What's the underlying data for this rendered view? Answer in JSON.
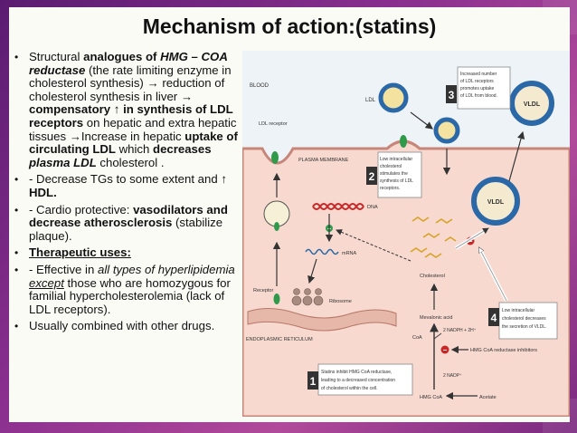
{
  "title": "Mechanism of action:(statins)",
  "bullets": {
    "b1": {
      "t1": "Structural ",
      "t2": "analogues of ",
      "t3": "HMG – COA reductase",
      "t4": " (the rate limiting enzyme in cholesterol synthesis) → reduction of cholesterol synthesis in liver → ",
      "t5": "compensatory ↑ in synthesis of LDL receptors",
      "t6": " on hepatic and extra hepatic tissues →Increase in hepatic ",
      "t7": "uptake of circulating LDL",
      "t8": " which ",
      "t9": "decreases ",
      "t10": "plasma LDL",
      "t11": " cholesterol ."
    },
    "b2": {
      "t1": "- Decrease TGs to some extent and ↑ ",
      "t2": "HDL."
    },
    "b3": {
      "t1": "- Cardio protective: ",
      "t2": "vasodilators and decrease atherosclerosis",
      "t3": " (stabilize plaque)."
    },
    "b4": {
      "t1": "Therapeutic uses:"
    },
    "b5": {
      "t1": "- Effective in ",
      "t2": "all types of hyperlipidemia ",
      "t3": "except",
      "t4": " those who are homozygous for familial hypercholesterolemia (lack of LDL receptors)."
    },
    "b6": {
      "t1": "Usually combined with other drugs."
    }
  },
  "diagram": {
    "blood": "BLOOD",
    "ldl_receptor": "LDL receptor",
    "plasma_membrane": "PLASMA MEMBRANE",
    "ldl": "LDL",
    "vldl_top": "VLDL",
    "vldl_mid": "VLDL",
    "dna": "DNA",
    "mrna": "mRNA",
    "cholesterol": "Cholesterol",
    "receptor": "Receptor",
    "ribosome": "Ribosome",
    "mevalonic_acid": "Mevalonic acid",
    "coa": "CoA",
    "nadph_h": "2 NADPH + 2H⁺",
    "hmg_inhibitors": "HMG CoA reductase inhibitors",
    "er": "ENDOPLASMIC RETICULUM",
    "nadp": "2 NADP⁺",
    "hmg_coa": "HMG CoA",
    "acetate": "Acetate",
    "plus": "+",
    "minus": "−",
    "steps": {
      "s1": {
        "num": "1",
        "line1": "Statins inhibit HMG CoA reductase,",
        "line2": "leading to a decreased concentration",
        "line3": "of cholesterol within the cell."
      },
      "s2": {
        "num": "2",
        "line1": "Low intracellular",
        "line2": "cholesterol",
        "line3": "stimulates the",
        "line4": "synthesis of LDL",
        "line5": "receptors."
      },
      "s3": {
        "num": "3",
        "line1": "Increased number",
        "line2": "of LDL receptors",
        "line3": "promotes uptake",
        "line4": "of LDL from blood."
      },
      "s4": {
        "num": "4",
        "line1": "Low intracellular",
        "line2": "cholesterol decreases",
        "line3": "the secretion of VLDL."
      }
    }
  }
}
